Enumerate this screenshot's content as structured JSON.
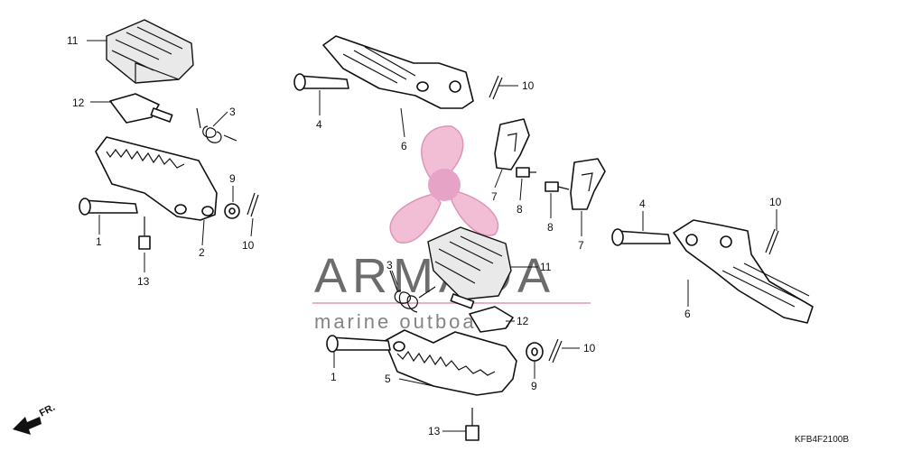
{
  "diagram": {
    "code": "KFB4F2100B",
    "direction": "FR.",
    "labels": {
      "l11a": "11",
      "l12a": "12",
      "l3a": "3",
      "l9a": "9",
      "l10a": "10",
      "l1a": "1",
      "l2": "2",
      "l13a": "13",
      "l4a": "4",
      "l6a": "6",
      "l10b": "10",
      "l7a": "7",
      "l8a": "8",
      "l8b": "8",
      "l7b": "7",
      "l4b": "4",
      "l10c": "10",
      "l6b": "6",
      "l3b": "3",
      "l11b": "11",
      "l12b": "12",
      "l1b": "1",
      "l5": "5",
      "l10d": "10",
      "l9b": "9",
      "l13b": "13"
    }
  },
  "watermark": {
    "brand": "ARMADA",
    "tagline": "marine outboards",
    "accent": "#e8a7c4"
  }
}
